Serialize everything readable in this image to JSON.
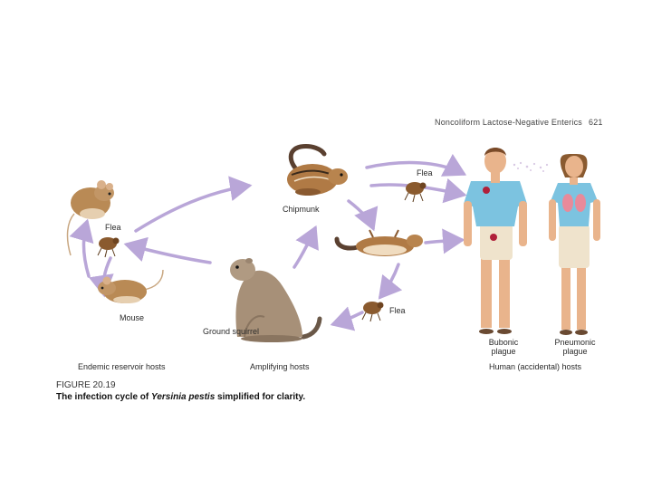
{
  "header": {
    "running_head": "Noncoliform Lactose-Negative Enterics",
    "page_number": "621"
  },
  "labels": {
    "flea_left": "Flea",
    "mouse": "Mouse",
    "chipmunk": "Chipmunk",
    "flea_top": "Flea",
    "ground_squirrel": "Ground squirrel",
    "flea_bottom": "Flea",
    "bubonic_1": "Bubonic",
    "bubonic_2": "plague",
    "pneumonic_1": "Pneumonic",
    "pneumonic_2": "plague"
  },
  "sections": {
    "endemic": "Endemic reservoir hosts",
    "amplifying": "Amplifying hosts",
    "human": "Human (accidental) hosts"
  },
  "figure": {
    "number": "FIGURE 20.19",
    "caption_pre": "The infection cycle of ",
    "caption_species": "Yersinia pestis",
    "caption_post": " simplified for clarity."
  },
  "colors": {
    "arrow": "#b9a6d8",
    "fur_brown": "#b98a55",
    "shirt_blue": "#7cc3e0",
    "skin": "#e9b48c",
    "shorts": "#efe3cc",
    "lesion": "#b0203a"
  }
}
